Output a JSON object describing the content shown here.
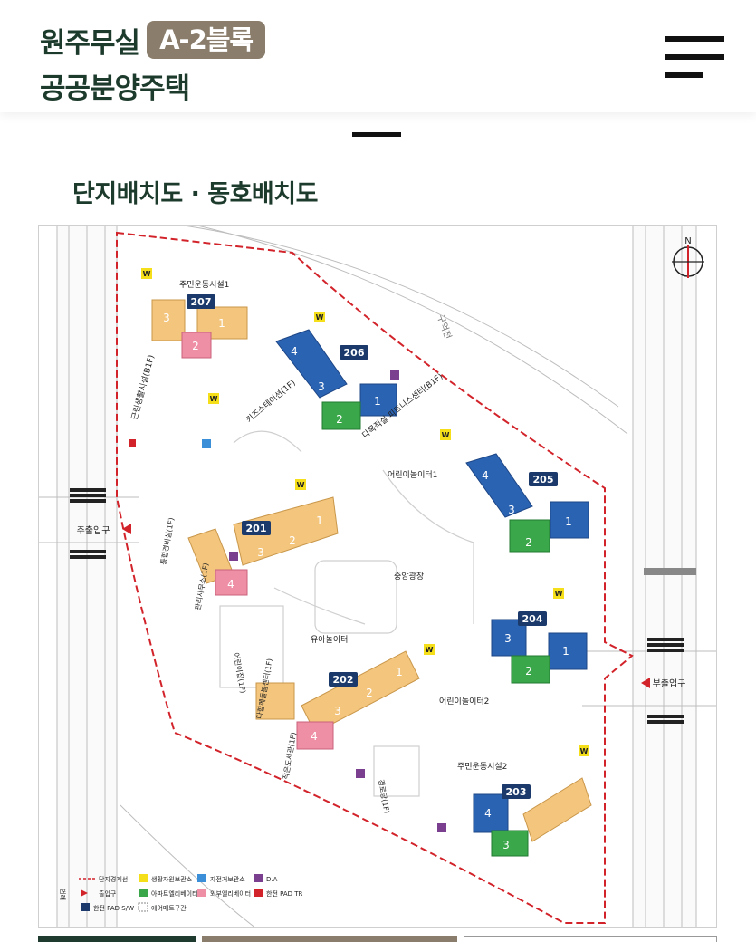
{
  "header": {
    "brand_line1": "원주무실",
    "brand_badge": "A-2블록",
    "brand_line2": "공공분양주택"
  },
  "section": {
    "title": "단지배치도 · 동호배치도"
  },
  "map": {
    "compass": "N",
    "road_label": "구억천",
    "entrances": {
      "main": "주출입구",
      "sub": "부출입구"
    },
    "areas": {
      "fitness1": "주민운동시설1",
      "fitness2": "주민운동시설2",
      "playground1": "어린이놀이터1",
      "playground2": "어린이놀이터2",
      "kids_playground": "유아놀이터",
      "central_plaza": "중앙광장",
      "community": "근린생활시설(B1F)",
      "kids_station": "키즈스테이션(1F)",
      "fitness_center": "다목적실 피트니스센터(B1F)",
      "management": "통합경비실(1F)",
      "admin_office": "관리사무소(1F)",
      "daycare": "어린이집(1F)",
      "senior_center": "다함께돌봄센터(1F)",
      "library": "작은도서관(1F)",
      "senior_hall": "경로당(1F)"
    },
    "buildings": [
      {
        "number": "207",
        "cores": [
          "3",
          "1",
          "2"
        ]
      },
      {
        "number": "206",
        "cores": [
          "4",
          "3",
          "2",
          "1"
        ]
      },
      {
        "number": "205",
        "cores": [
          "4",
          "3",
          "2",
          "1"
        ]
      },
      {
        "number": "201",
        "cores": [
          "4",
          "3",
          "2",
          "1"
        ]
      },
      {
        "number": "204",
        "cores": [
          "3",
          "2",
          "1"
        ]
      },
      {
        "number": "202",
        "cores": [
          "4",
          "3",
          "2",
          "1"
        ]
      },
      {
        "number": "203",
        "cores": [
          "4",
          "3"
        ]
      }
    ],
    "legend": {
      "heading": "범례",
      "items": [
        {
          "label": "단지경계선",
          "mark": "dashed-red"
        },
        {
          "label": "생활자원보관소",
          "mark": "W"
        },
        {
          "label": "자전거보관소",
          "mark": "bike"
        },
        {
          "label": "D.A",
          "mark": "purple"
        },
        {
          "label": "출입구",
          "mark": "triangle"
        },
        {
          "label": "아파트엘리베이터",
          "mark": "green"
        },
        {
          "label": "외부엘리베이터",
          "mark": "pink"
        },
        {
          "label": "한전 PAD TR",
          "mark": "T"
        },
        {
          "label": "한전 PAD S/W",
          "mark": "navy"
        },
        {
          "label": "에어매트구간",
          "mark": "dashed-box"
        }
      ]
    },
    "colors": {
      "boundary": "#d2232a",
      "blue": "#2b63b3",
      "green": "#3aa84a",
      "orange": "#f3c57d",
      "pink": "#ef8fa6",
      "label_navy": "#1b3a6b",
      "yellow": "#f4df1a",
      "purple": "#7b3f8f"
    }
  }
}
